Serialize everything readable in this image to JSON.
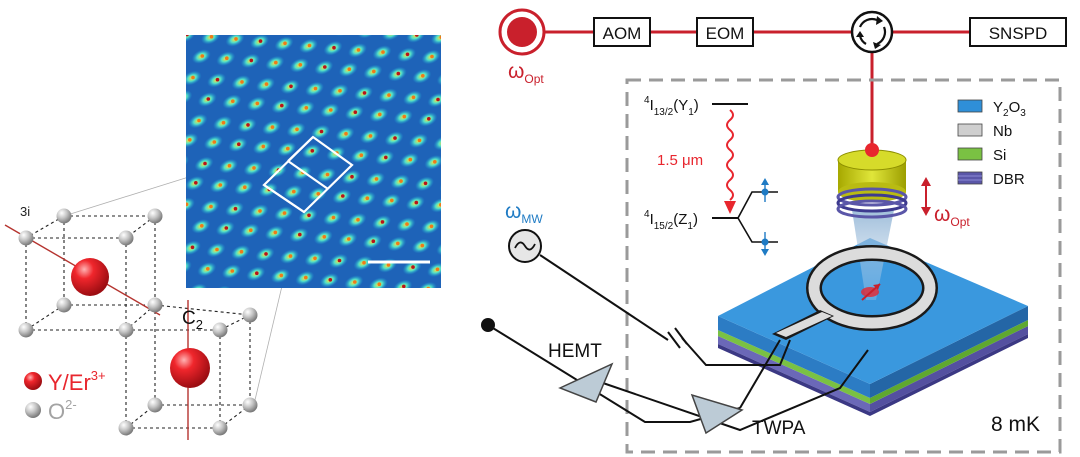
{
  "crystal": {
    "site_label": "3i",
    "axis_label_main": "C",
    "axis_label_sub": "2",
    "legend": [
      {
        "label_main": "Y/Er",
        "label_sup": "3+",
        "color": "#e8262e"
      },
      {
        "label_main": "O",
        "label_sup": "2-",
        "color": "#9a9a9a"
      }
    ]
  },
  "optical_chain": {
    "laser_main": "ω",
    "laser_sub": "Opt",
    "boxes": [
      "AOM",
      "EOM",
      "SNSPD"
    ],
    "line_color": "#c9202c"
  },
  "level_diagram": {
    "upper": {
      "sup": "4",
      "main": "I",
      "sub": "13/2",
      "paren_main": "(Y",
      "paren_sub": "1",
      "paren_close": ")"
    },
    "lower": {
      "sup": "4",
      "main": "I",
      "sub": "15/2",
      "paren_main": "(Z",
      "paren_sub": "1",
      "paren_close": ")"
    },
    "wavelength": "1.5 μm",
    "microwave_main": "ω",
    "microwave_sub": "MW"
  },
  "device": {
    "modulation_main": "ω",
    "modulation_sub": "Opt",
    "temperature": "8 mK",
    "legend": [
      {
        "main": "Y",
        "sub1": "2",
        "mid": "O",
        "sub2": "3",
        "color": "#2f8fd8"
      },
      {
        "main": "Nb",
        "color": "#cfcfcf"
      },
      {
        "main": "Si",
        "color": "#7ac143"
      },
      {
        "main": "DBR",
        "color": "#5a56a8"
      }
    ]
  },
  "amplifiers": [
    "HEMT",
    "TWPA"
  ]
}
